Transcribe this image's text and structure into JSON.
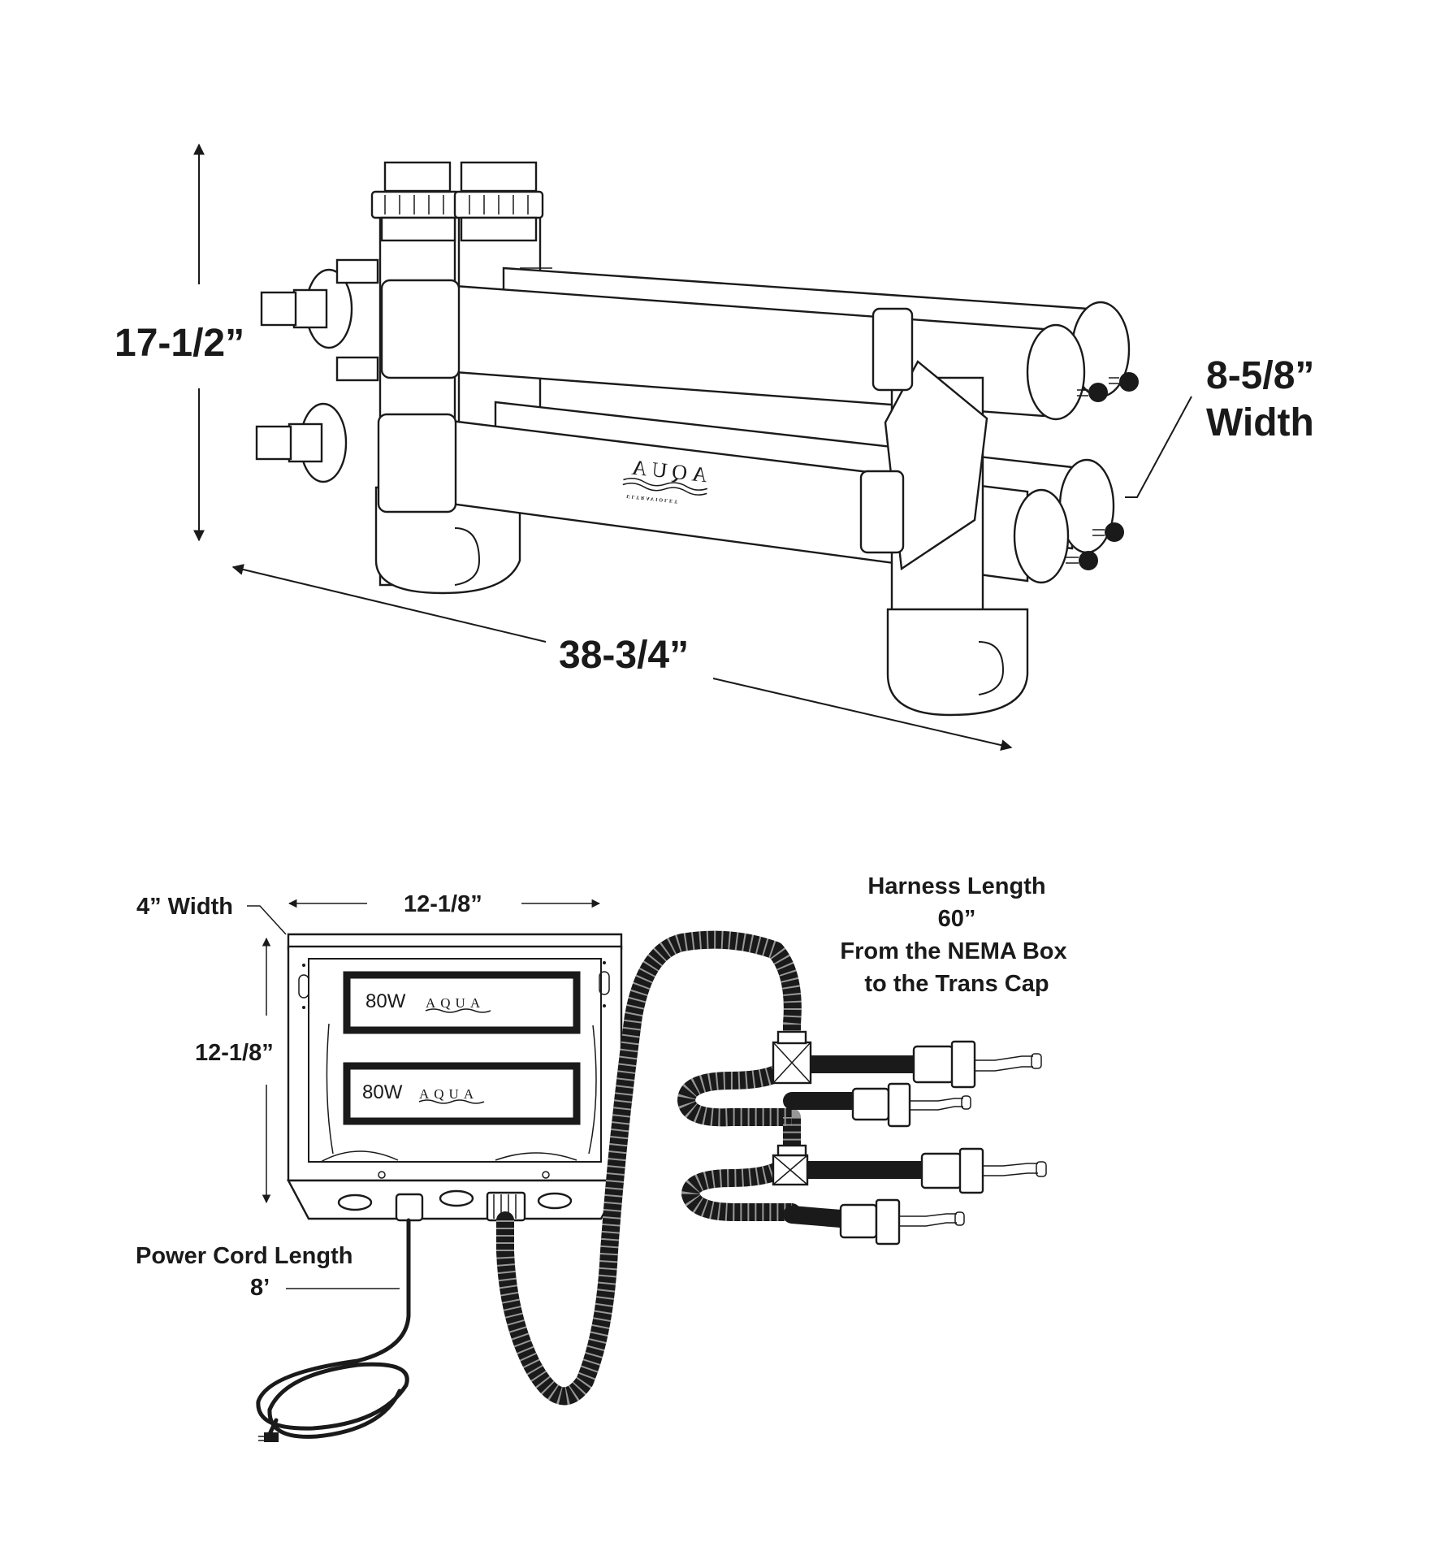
{
  "sterilizer": {
    "height_label": "17-1/2”",
    "length_label": "38-3/4”",
    "width_value": "8-5/8”",
    "width_word": "Width",
    "brand_logo": "AQUA",
    "brand_tagline": "ULTRAVIOLET"
  },
  "nema_box": {
    "depth_label": "4” Width",
    "width_label": "12-1/8”",
    "height_label": "12-1/8”",
    "ballast_1_wattage": "80W",
    "ballast_2_wattage": "80W",
    "ballast_logo": "AQUA"
  },
  "harness": {
    "line_1": "Harness Length",
    "line_2": "60”",
    "line_3": "From the NEMA Box",
    "line_4": "to the Trans Cap"
  },
  "power_cord": {
    "line_1": "Power Cord Length",
    "line_2": "8’"
  },
  "colors": {
    "ink": "#1a1a1a",
    "background": "#ffffff"
  }
}
